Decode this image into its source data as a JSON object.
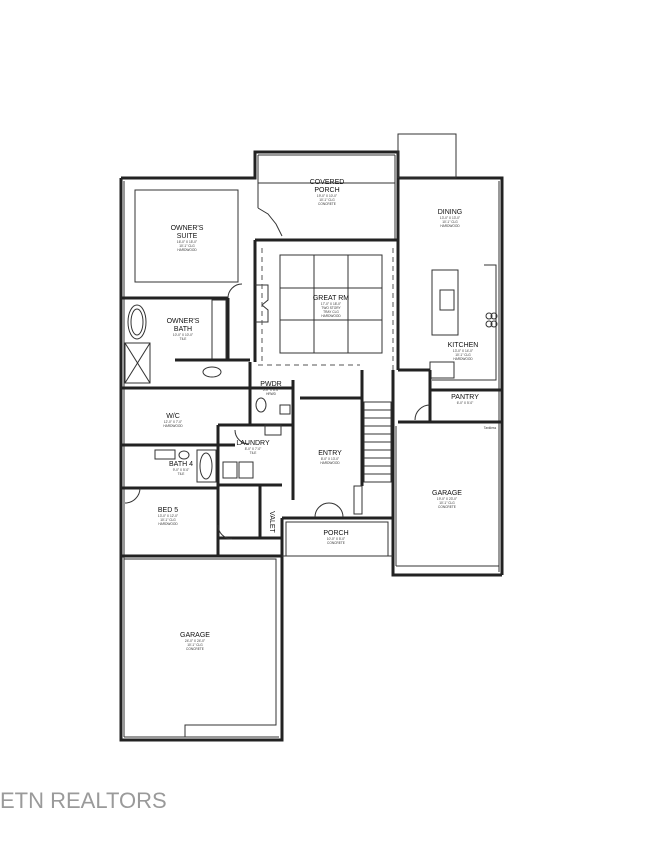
{
  "brand": "ETN REALTORS",
  "rooms": {
    "covered_porch": {
      "name": "COVERED\nPORCH",
      "dims": "19'-0\" X 10'-0\"",
      "ceiling": "10'-1\" CLG",
      "floor": "CONCRETE"
    },
    "dining": {
      "name": "DINING",
      "dims": "13'-0\" X 13'-0\"",
      "ceiling": "10'-1\" CLG",
      "floor": "HARDWOOD"
    },
    "owners_suite": {
      "name": "OWNER'S\nSUITE",
      "dims": "16'-0\" X 15'-0\"",
      "ceiling": "10'-1\" CLG",
      "floor": "HARDWOOD"
    },
    "great_rm": {
      "name": "GREAT RM",
      "dims": "17'-0\" X 18'-0\"",
      "ceiling": "TWO STORY\nTRAY CLG",
      "floor": "HARDWOOD"
    },
    "owners_bath": {
      "name": "OWNER'S\nBATH",
      "dims": "10'-0\" X 10'-0\"",
      "floor": "TILE"
    },
    "kitchen": {
      "name": "KITCHEN",
      "dims": "13'-0\" X 14'-0\"",
      "ceiling": "10'-1\" CLG",
      "floor": "HARDWOOD"
    },
    "pwdr": {
      "name": "PWDR",
      "dims": "5'-0\" X 6'-0\"",
      "floor": "HRWD"
    },
    "pantry": {
      "name": "PANTRY",
      "dims": "6'-0\" X 5'-0\""
    },
    "wic": {
      "name": "W/C",
      "dims": "12'-0\" X 7'-0\"",
      "floor": "HARDWOOD"
    },
    "laundry": {
      "name": "LAUNDRY",
      "dims": "8'-0\" X 7'-0\"",
      "floor": "TILE"
    },
    "entry": {
      "name": "ENTRY",
      "dims": "8'-0\" X 13'-0\"",
      "floor": "HARDWOOD"
    },
    "bath4": {
      "name": "BATH 4",
      "dims": "9'-0\" X 5'-0\"",
      "floor": "TILE"
    },
    "garage_right": {
      "name": "GARAGE",
      "dims": "19'-0\" X 23'-0\"",
      "ceiling": "10'-1\" CLG",
      "floor": "CONCRETE"
    },
    "bed5": {
      "name": "BED 5",
      "dims": "13'-0\" X 12'-0\"",
      "ceiling": "10'-1\" CLG",
      "floor": "HARDWOOD"
    },
    "valet": {
      "name": "VALET"
    },
    "porch": {
      "name": "PORCH",
      "dims": "10'-0\" X 5'-0\"",
      "floor": "CONCRETE"
    },
    "garage_left": {
      "name": "GARAGE",
      "dims": "24'-0\" X 24'-0\"",
      "ceiling": "10'-1\" CLG",
      "floor": "CONCRETE"
    }
  },
  "notes": {
    "tankless": "Tankless"
  }
}
